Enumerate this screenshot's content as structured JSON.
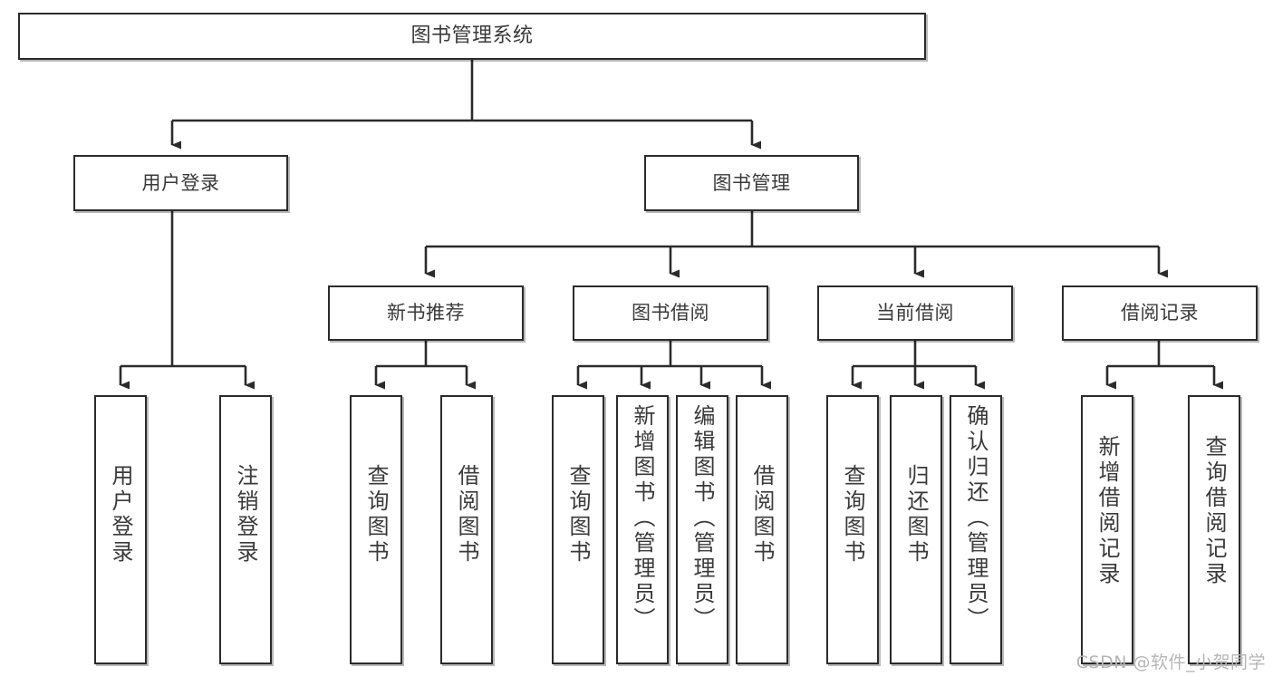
{
  "diagram": {
    "title": "图书管理系统",
    "watermark": "CSDN @软件_小贺同学",
    "colors": {
      "stroke": "#2b2b2b",
      "text": "#3a3a3a",
      "background": "#ffffff",
      "watermark": "#b6b6b6"
    },
    "nodes": {
      "root": {
        "label": "图书管理系统"
      },
      "level2": [
        {
          "label": "用户登录"
        },
        {
          "label": "图书管理"
        }
      ],
      "level3": [
        {
          "label": "新书推荐"
        },
        {
          "label": "图书借阅"
        },
        {
          "label": "当前借阅"
        },
        {
          "label": "借阅记录"
        }
      ],
      "leaves": {
        "user_login": [
          {
            "label": "用户登录"
          },
          {
            "label": "注销登录"
          }
        ],
        "new_book_recommend": [
          {
            "label": "查询图书"
          },
          {
            "label": "借阅图书"
          }
        ],
        "book_borrow": [
          {
            "label": "查询图书"
          },
          {
            "label": "新增图书（管理员）"
          },
          {
            "label": "编辑图书（管理员）"
          },
          {
            "label": "借阅图书"
          }
        ],
        "current_borrow": [
          {
            "label": "查询图书"
          },
          {
            "label": "归还图书"
          },
          {
            "label": "确认归还（管理员）"
          }
        ],
        "borrow_record": [
          {
            "label": "新增借阅记录"
          },
          {
            "label": "查询借阅记录"
          }
        ]
      }
    }
  }
}
